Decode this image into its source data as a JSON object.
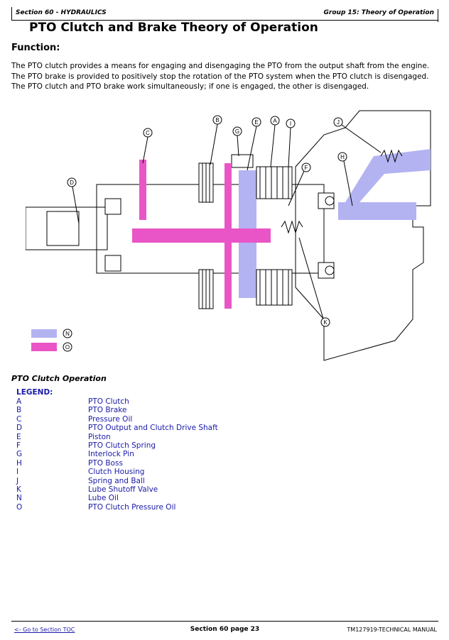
{
  "header": {
    "section": "Section 60 - HYDRAULICS",
    "group": "Group 15: Theory of Operation"
  },
  "title": "PTO Clutch and Brake Theory of Operation",
  "function_heading": "Function:",
  "function_text": "The PTO clutch provides a means for engaging and disengaging the PTO from the output shaft from the engine. The PTO brake is provided to positively stop the rotation of the PTO system when the PTO clutch is disengaged. The PTO clutch and PTO brake work simultaneously; if one is engaged, the other is disengaged.",
  "diagram": {
    "callouts": [
      "A",
      "B",
      "C",
      "D",
      "E",
      "F",
      "G",
      "H",
      "I",
      "J",
      "K",
      "N",
      "O"
    ],
    "colors": {
      "lube_oil": "#b3b3f2",
      "pressure_oil": "#e955c6",
      "line": "#000000"
    }
  },
  "caption": "PTO Clutch Operation",
  "legend": {
    "title": "LEGEND:",
    "items": [
      {
        "key": "A",
        "label": "PTO Clutch"
      },
      {
        "key": "B",
        "label": "PTO Brake"
      },
      {
        "key": "C",
        "label": "Pressure Oil"
      },
      {
        "key": "D",
        "label": "PTO Output and Clutch Drive Shaft"
      },
      {
        "key": "E",
        "label": "Piston"
      },
      {
        "key": "F",
        "label": "PTO Clutch Spring"
      },
      {
        "key": "G",
        "label": "Interlock Pin"
      },
      {
        "key": "H",
        "label": "PTO Boss"
      },
      {
        "key": "I",
        "label": "Clutch Housing"
      },
      {
        "key": "J",
        "label": "Spring and Ball"
      },
      {
        "key": "K",
        "label": "Lube Shutoff Valve"
      },
      {
        "key": "N",
        "label": "Lube Oil"
      },
      {
        "key": "O",
        "label": "PTO Clutch Pressure Oil"
      }
    ]
  },
  "footer": {
    "toc_link": "<- Go to Section TOC",
    "page": "Section 60 page 23",
    "manual": "TM127919-TECHNICAL MANUAL"
  }
}
